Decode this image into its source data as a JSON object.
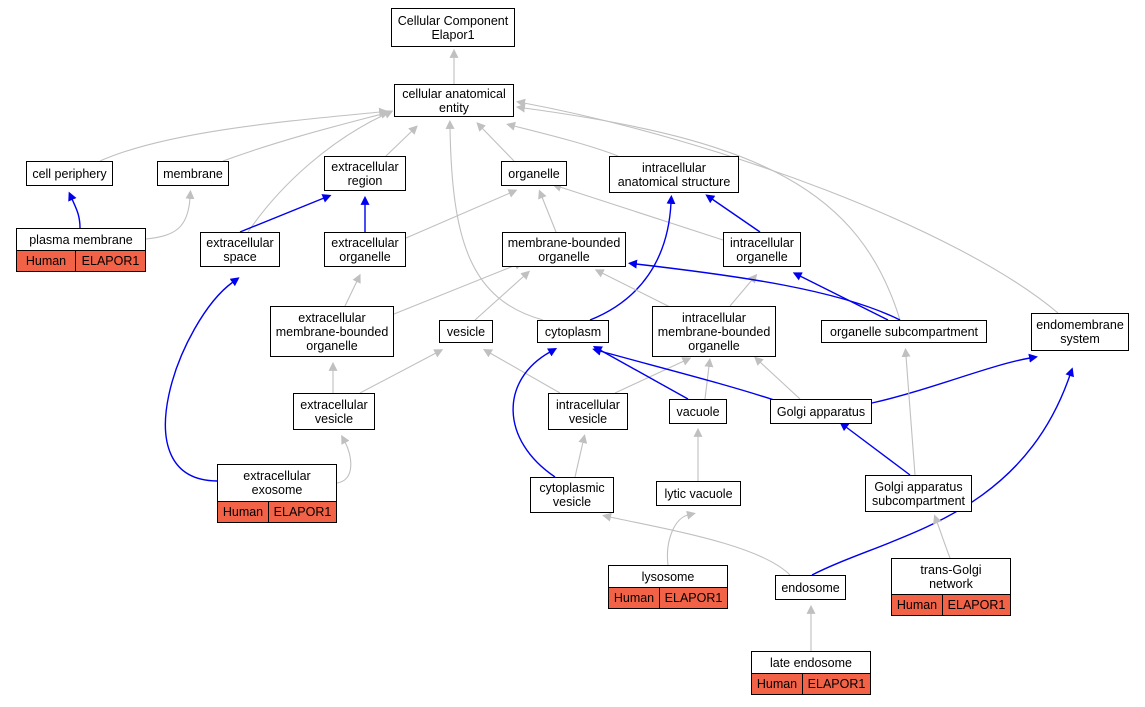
{
  "nodes": {
    "cc": "Cellular Component\nElapor1",
    "cae": "cellular anatomical\nentity",
    "cp": "cell periphery",
    "mem": "membrane",
    "er": "extracellular\nregion",
    "org": "organelle",
    "ias": "intracellular\nanatomical structure",
    "pm": "plasma membrane",
    "es": "extracellular\nspace",
    "eo": "extracellular\norganelle",
    "mbo": "membrane-bounded\norganelle",
    "io": "intracellular\norganelle",
    "embo": "extracellular\nmembrane-bounded\norganelle",
    "ves": "vesicle",
    "cyt": "cytoplasm",
    "imbo": "intracellular\nmembrane-bounded\norganelle",
    "osc": "organelle subcompartment",
    "ems": "endomembrane\nsystem",
    "ev": "extracellular\nvesicle",
    "iv": "intracellular\nvesicle",
    "vac": "vacuole",
    "ga": "Golgi apparatus",
    "exo": "extracellular\nexosome",
    "cv": "cytoplasmic\nvesicle",
    "lv": "lytic vacuole",
    "gas": "Golgi apparatus\nsubcompartment",
    "lys": "lysosome",
    "endo": "endosome",
    "tgn": "trans-Golgi\nnetwork",
    "le": "late endosome"
  },
  "annotations": {
    "pm": {
      "species": "Human",
      "gene": "ELAPOR1"
    },
    "exo": {
      "species": "Human",
      "gene": "ELAPOR1"
    },
    "lys": {
      "species": "Human",
      "gene": "ELAPOR1"
    },
    "tgn": {
      "species": "Human",
      "gene": "ELAPOR1"
    },
    "le": {
      "species": "Human",
      "gene": "ELAPOR1"
    }
  },
  "edges": [
    {
      "from": "cae",
      "to": "cc",
      "type": "is_a"
    },
    {
      "from": "cp",
      "to": "cae",
      "type": "is_a"
    },
    {
      "from": "mem",
      "to": "cae",
      "type": "is_a"
    },
    {
      "from": "er",
      "to": "cae",
      "type": "is_a"
    },
    {
      "from": "org",
      "to": "cae",
      "type": "is_a"
    },
    {
      "from": "ias",
      "to": "cae",
      "type": "is_a"
    },
    {
      "from": "es",
      "to": "cae",
      "type": "is_a"
    },
    {
      "from": "cyt",
      "to": "cae",
      "type": "is_a"
    },
    {
      "from": "osc",
      "to": "cae",
      "type": "is_a"
    },
    {
      "from": "ems",
      "to": "cae",
      "type": "is_a"
    },
    {
      "from": "pm",
      "to": "cp",
      "type": "part_of"
    },
    {
      "from": "pm",
      "to": "mem",
      "type": "is_a"
    },
    {
      "from": "es",
      "to": "er",
      "type": "part_of"
    },
    {
      "from": "eo",
      "to": "er",
      "type": "part_of"
    },
    {
      "from": "eo",
      "to": "org",
      "type": "is_a"
    },
    {
      "from": "mbo",
      "to": "org",
      "type": "is_a"
    },
    {
      "from": "io",
      "to": "org",
      "type": "is_a"
    },
    {
      "from": "io",
      "to": "ias",
      "type": "part_of"
    },
    {
      "from": "cyt",
      "to": "ias",
      "type": "part_of"
    },
    {
      "from": "embo",
      "to": "eo",
      "type": "is_a"
    },
    {
      "from": "embo",
      "to": "mbo",
      "type": "is_a"
    },
    {
      "from": "ves",
      "to": "mbo",
      "type": "is_a"
    },
    {
      "from": "imbo",
      "to": "mbo",
      "type": "is_a"
    },
    {
      "from": "imbo",
      "to": "io",
      "type": "is_a"
    },
    {
      "from": "osc",
      "to": "mbo",
      "type": "part_of"
    },
    {
      "from": "osc",
      "to": "io",
      "type": "part_of"
    },
    {
      "from": "ev",
      "to": "embo",
      "type": "is_a"
    },
    {
      "from": "ev",
      "to": "ves",
      "type": "is_a"
    },
    {
      "from": "iv",
      "to": "ves",
      "type": "is_a"
    },
    {
      "from": "iv",
      "to": "imbo",
      "type": "is_a"
    },
    {
      "from": "vac",
      "to": "cyt",
      "type": "part_of"
    },
    {
      "from": "vac",
      "to": "imbo",
      "type": "is_a"
    },
    {
      "from": "ga",
      "to": "cyt",
      "type": "part_of"
    },
    {
      "from": "ga",
      "to": "imbo",
      "type": "is_a"
    },
    {
      "from": "ga",
      "to": "ems",
      "type": "part_of"
    },
    {
      "from": "exo",
      "to": "ev",
      "type": "is_a"
    },
    {
      "from": "exo",
      "to": "es",
      "type": "part_of"
    },
    {
      "from": "cv",
      "to": "iv",
      "type": "is_a"
    },
    {
      "from": "cv",
      "to": "cyt",
      "type": "part_of"
    },
    {
      "from": "lv",
      "to": "vac",
      "type": "is_a"
    },
    {
      "from": "gas",
      "to": "ga",
      "type": "part_of"
    },
    {
      "from": "gas",
      "to": "osc",
      "type": "is_a"
    },
    {
      "from": "lys",
      "to": "lv",
      "type": "is_a"
    },
    {
      "from": "endo",
      "to": "cv",
      "type": "is_a"
    },
    {
      "from": "endo",
      "to": "ems",
      "type": "part_of"
    },
    {
      "from": "tgn",
      "to": "gas",
      "type": "is_a"
    },
    {
      "from": "le",
      "to": "endo",
      "type": "is_a"
    }
  ],
  "colors": {
    "is_a": "#c0c0c0",
    "part_of": "#0000ee",
    "annotation": "#f26247",
    "node_border": "#000000"
  }
}
